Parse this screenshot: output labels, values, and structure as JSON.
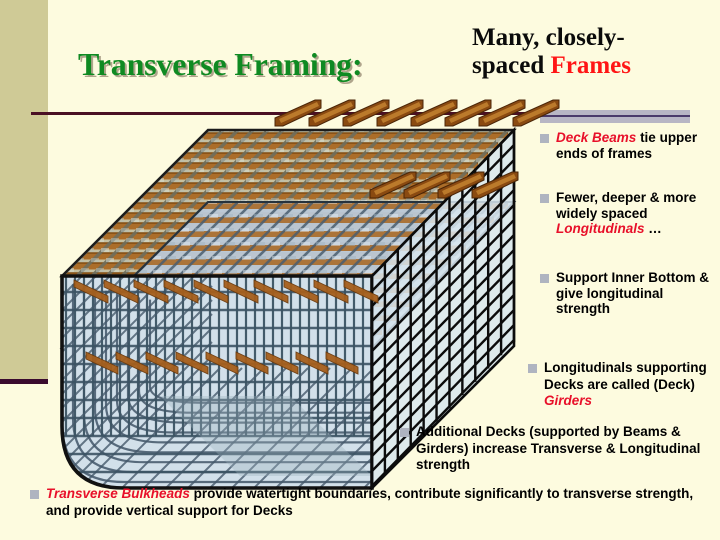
{
  "slide": {
    "title_main": "Transverse Framing:",
    "title_secondary_line1": "Many, closely-",
    "title_secondary_line2_prefix": "spaced ",
    "title_secondary_highlight": "Frames",
    "colors": {
      "background": "#FDFBDF",
      "left_band": "#CFCA96",
      "title_green": "#0F8A22",
      "accent_red": "#E8102A",
      "rule_maroon": "#4A1024",
      "rule_bar": "#B8B6C4",
      "bullet_square": "#AFB4C0",
      "beam_brown": "#8B4A12",
      "beam_brown_light": "#C2813A",
      "hull_blue": "#CFDEE8",
      "frame_line": "#3C5464"
    }
  },
  "bullets": [
    {
      "id": "deck-beams",
      "segments": [
        {
          "text": "Deck Beams",
          "style": "red-italic"
        },
        {
          "text": " tie upper ends of frames",
          "style": "plain"
        }
      ],
      "plain": "Deck Beams tie upper ends of frames"
    },
    {
      "id": "longitudinals",
      "segments": [
        {
          "text": "Fewer, deeper & more widely spaced ",
          "style": "plain"
        },
        {
          "text": "Longitudinals",
          "style": "red-italic"
        },
        {
          "text": " …",
          "style": "plain"
        }
      ],
      "plain": "Fewer, deeper & more widely spaced Longitudinals …"
    },
    {
      "id": "support-inner-bottom",
      "segments": [
        {
          "text": "Support Inner Bottom & give longitudinal strength",
          "style": "plain"
        }
      ],
      "plain": "Support Inner Bottom & give longitudinal strength"
    },
    {
      "id": "deck-girders",
      "segments": [
        {
          "text": "Longitudinals supporting Decks are called (Deck) ",
          "style": "plain"
        },
        {
          "text": "Girders",
          "style": "red-italic"
        }
      ],
      "plain": "Longitudinals supporting Decks are called (Deck) Girders"
    },
    {
      "id": "additional-decks",
      "segments": [
        {
          "text": "Additional Decks (supported by Beams & Girders) increase Transverse & Longitudinal strength",
          "style": "plain"
        }
      ],
      "plain": "Additional Decks (supported by Beams & Girders) increase Transverse & Longitudinal strength"
    },
    {
      "id": "transverse-bulkheads",
      "segments": [
        {
          "text": "Transverse Bulkheads",
          "style": "red-italic"
        },
        {
          "text": " provide watertight boundaries, contribute significantly to transverse strength, and provide vertical support for Decks",
          "style": "plain"
        }
      ],
      "plain": "Transverse Bulkheads provide watertight boundaries, contribute significantly to transverse strength, and provide vertical support for Decks"
    }
  ],
  "diagram": {
    "name": "transversely-framed-ship-section",
    "description": "Isometric cutaway of a transversely framed ship hull showing closely spaced frames, deck beams, longitudinals and a transverse bulkhead"
  }
}
